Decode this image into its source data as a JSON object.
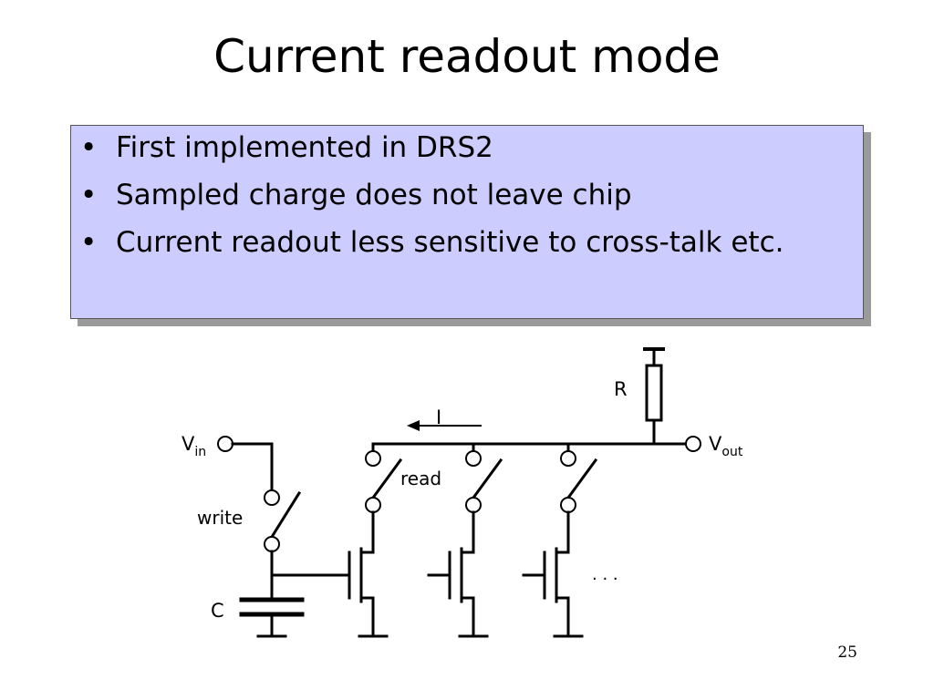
{
  "slide": {
    "title": "Current readout mode",
    "page_number": "25"
  },
  "bullets": [
    {
      "marker": "•",
      "text": "First implemented in DRS2"
    },
    {
      "marker": "•",
      "text": "Sampled charge does not leave chip"
    },
    {
      "marker": "•",
      "text": "Current readout less sensitive to cross-talk etc."
    }
  ],
  "circuit": {
    "labels": {
      "resistor": "R",
      "current": "I",
      "vin": "V",
      "vin_sub": "in",
      "vout": "V",
      "vout_sub": "out",
      "write": "write",
      "read": "read",
      "capacitor": "C",
      "ellipsis": ". . ."
    }
  }
}
